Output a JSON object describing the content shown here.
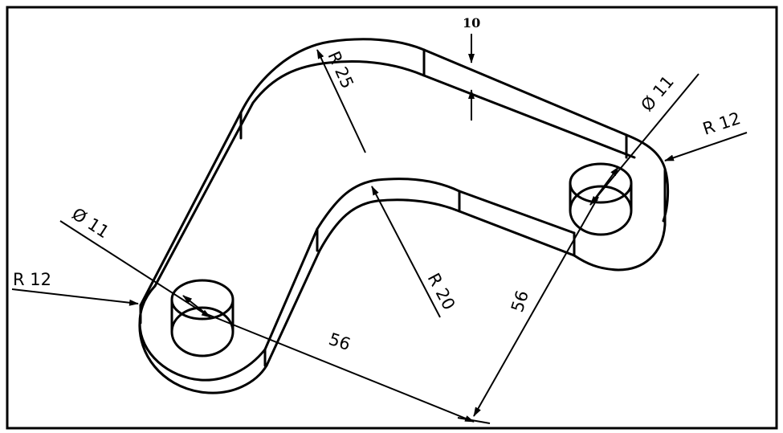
{
  "drawing": {
    "dimensions": {
      "dim_10": "10",
      "r25": "R 25",
      "phi11_right": "Ø 11",
      "r12_right": "R 12",
      "phi11_left": "Ø 11",
      "r12_left": "R 12",
      "r20": "R 20",
      "d56_bottom": "56",
      "d56_right": "56"
    }
  }
}
